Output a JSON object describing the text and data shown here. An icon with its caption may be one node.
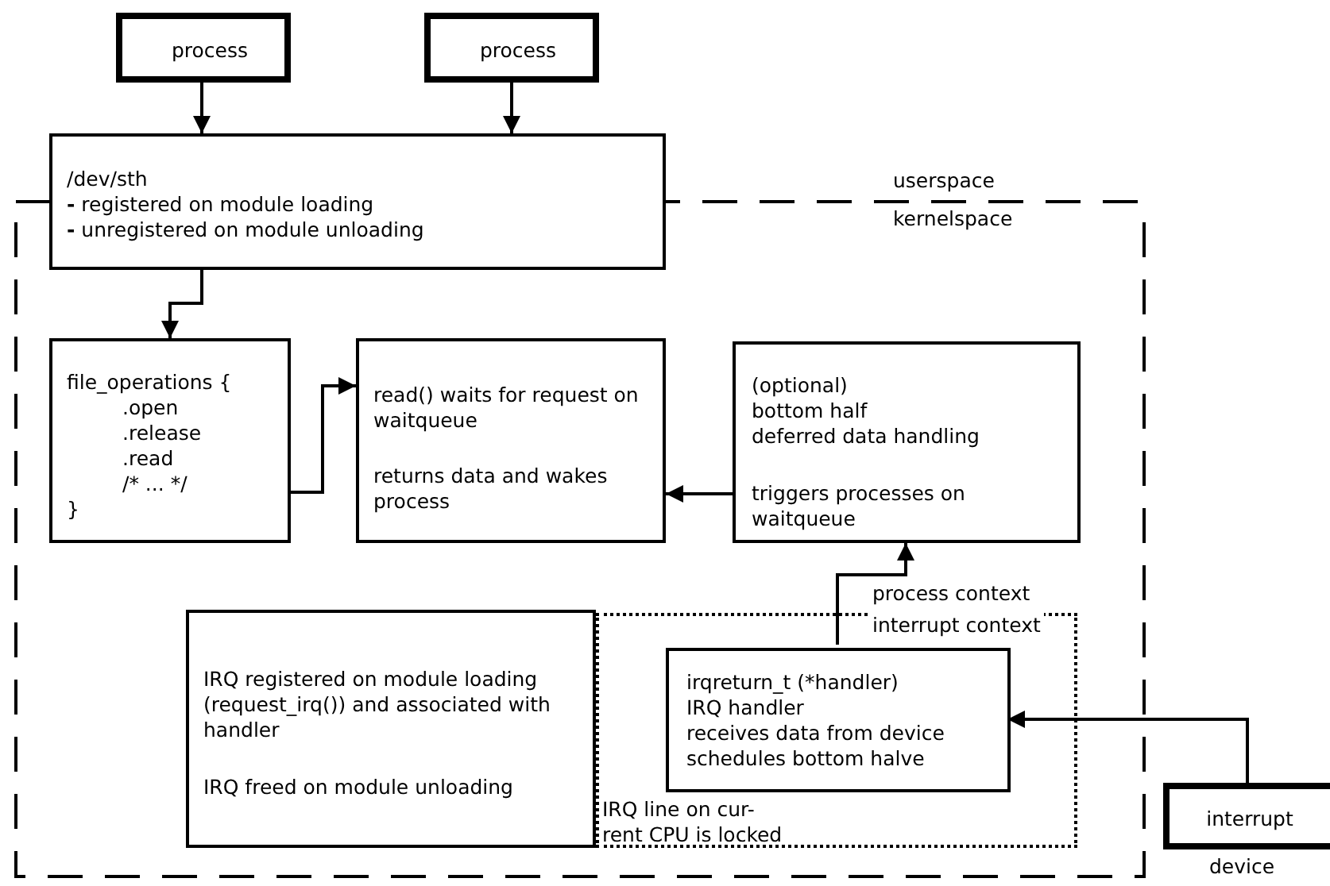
{
  "diagram": {
    "nodes": [
      {
        "text": [
          "process"
        ]
      },
      {
        "text": [
          "process"
        ]
      },
      {
        "text": [
          "/dev/sth",
          "**-** registered on module loading",
          "**-** unregistered on module unloading"
        ]
      },
      {
        "text": [
          "file_operations {",
          ".open",
          ".release",
          ".read",
          "/* ... */",
          "}"
        ]
      },
      {
        "text": [
          "read() waits for request on waitqueue",
          "returns data and wakes process"
        ]
      },
      {
        "text": [
          "(optional)",
          "bottom half",
          "deferred data handling",
          "triggers processes on waitqueue"
        ]
      },
      {
        "text": [
          "IRQ line on cur-",
          "rent CPU is locked"
        ]
      },
      {
        "text": [
          "IRQ registered on module loading (request_irq()) and associated with handler",
          "IRQ freed on module unloading"
        ]
      },
      {
        "text": [
          "irqreturn_t (*handler)",
          "IRQ handler",
          "receives data from device",
          "schedules bottom halve"
        ],
        "in": 6
      },
      {
        "text": [
          "interrupt"
        ],
        "beside": [
          "device"
        ]
      }
    ],
    "edges": [
      {
        "from": 0,
        "to": 2,
        "arrow": "to"
      },
      {
        "from": 1,
        "to": 2,
        "arrow": "to"
      },
      {
        "from": 2,
        "to": 3,
        "arrow": "to"
      },
      {
        "from": 3,
        "to": 4,
        "arrow": "to"
      },
      {
        "from": 5,
        "to": 4,
        "arrow": "to"
      },
      {
        "from": 8,
        "to": 5,
        "arrow": "to"
      },
      {
        "from": 9,
        "to": 8,
        "arrow": "to"
      }
    ],
    "labels": [
      "userspace",
      "kernelspace",
      "process context",
      "interrupt context"
    ]
  }
}
